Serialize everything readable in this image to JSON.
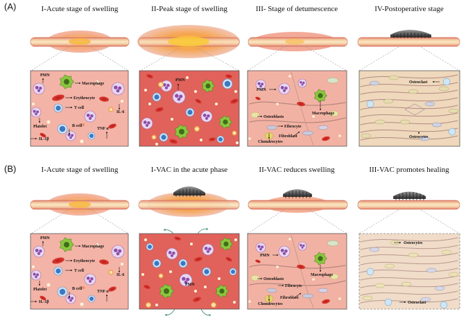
{
  "panels": [
    {
      "label": "(A)",
      "titles": [
        "I-Acute stage of swelling",
        "II-Peak stage of swelling",
        "III- Stage of detumescence",
        "IV-Postoperative stage"
      ],
      "boxes": [
        {
          "labels": [
            "PMN",
            "Macrophage",
            "Erythrocyte",
            "T cell",
            "IL-6",
            "Platelet",
            "B cell",
            "TNF α",
            "IL-1β"
          ]
        },
        {
          "labels": [
            "PMN"
          ]
        },
        {
          "labels": [
            "PMN",
            "Macrophage",
            "Osteoblasts",
            "Fibrocyte",
            "Fibroblast",
            "Chondrocytes"
          ]
        },
        {
          "labels": [
            "Osteoclast",
            "Osteocytes"
          ]
        }
      ]
    },
    {
      "label": "(B)",
      "titles": [
        "I-Acute stage of swelling",
        "I-VAC in  the acute phase",
        "II-VAC reduces swelling",
        "III-VAC promotes healing"
      ],
      "boxes": [
        {
          "labels": [
            "PMN",
            "Macrophage",
            "Erythrocyte",
            "T cell",
            "IL-6",
            "Platelet",
            "B cell",
            "TNF α",
            "IL-1β"
          ]
        },
        {
          "labels": [
            "PMN"
          ]
        },
        {
          "labels": [
            "PMN",
            "Macrophage",
            "Osteoblasts",
            "Fibrocyte",
            "Fibroblast",
            "Chondrocytes"
          ]
        },
        {
          "labels": [
            "Osteocytes",
            "Osteoclast"
          ]
        }
      ]
    }
  ],
  "colors": {
    "bone": "#f5deb0",
    "bone_edge": "#d9a25a",
    "tissue_light": "#f3b3a6",
    "tissue_peak": "#e0625b",
    "tissue_healing": "#efd8bb",
    "tissue_healed": "#f0dcc8",
    "vac_device": "#555555",
    "swelling": "#f7a85a"
  }
}
